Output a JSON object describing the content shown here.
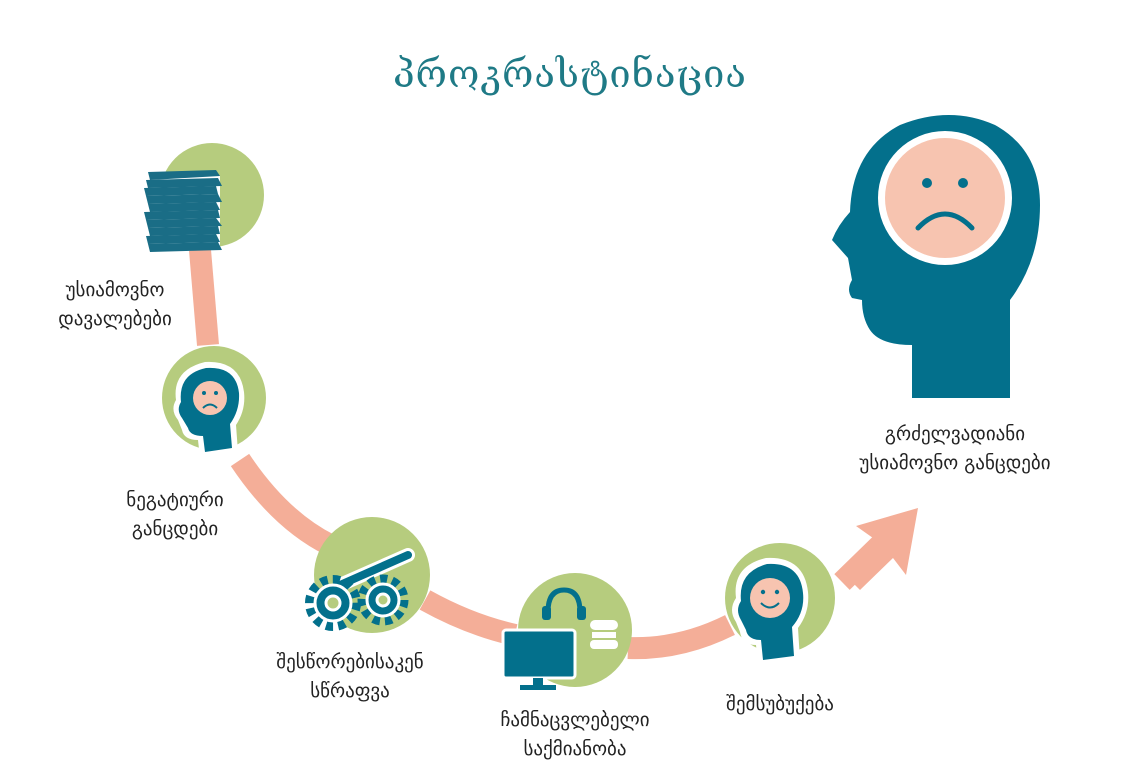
{
  "title": "პროკრასტინაცია",
  "steps": [
    {
      "line1": "უსიამოვნო",
      "line2": "დავალებები",
      "icon": "paper-stack-icon"
    },
    {
      "line1": "ნეგატიური",
      "line2": "განცდები",
      "icon": "sad-head-icon"
    },
    {
      "line1": "შესწორებისაკენ",
      "line2": "სწრაფვა",
      "icon": "gears-wrench-icon"
    },
    {
      "line1": "ჩამნაცვლებელი",
      "line2": "საქმიანობა",
      "icon": "monitor-headphones-burger-icon"
    },
    {
      "line1": "შემსუბუქება",
      "icon": "happy-head-icon"
    }
  ],
  "outcome": {
    "line1": "გრძელვადიანი",
    "line2": "უსიამოვნო განცდები",
    "icon": "large-sad-head-icon"
  },
  "colors": {
    "teal": "#03708c",
    "green": "#b6cc7e",
    "salmon": "#f4ae98",
    "face": "#f7c4b0",
    "title": "#1f7a86"
  }
}
